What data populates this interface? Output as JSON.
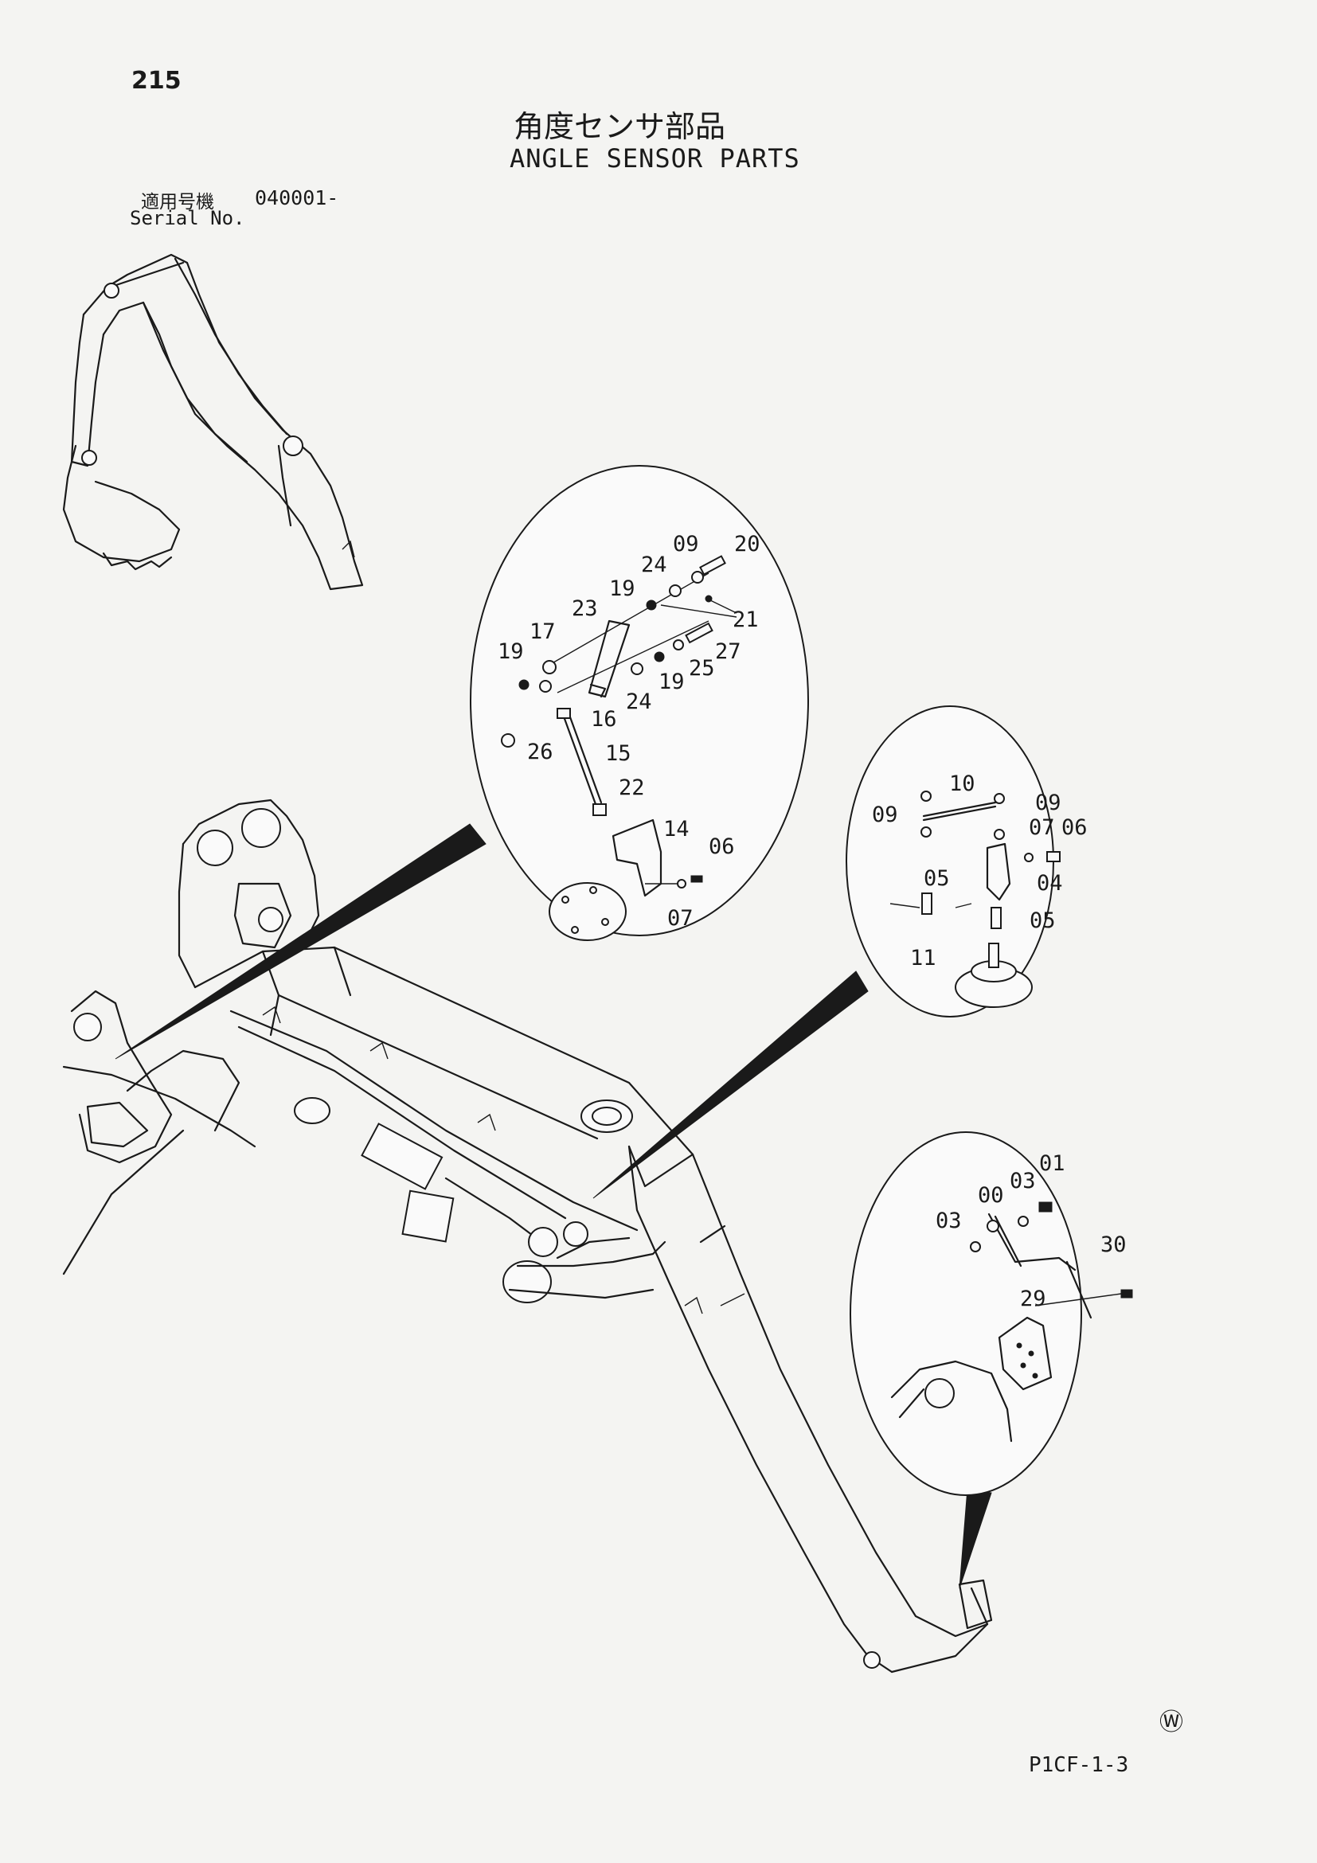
{
  "header": {
    "page_number": "215",
    "title_jp": "角度センサ部品",
    "title_en": "ANGLE SENSOR PARTS",
    "serial_label_jp": "適用号機",
    "serial_value": "040001-",
    "serial_label_en": "Serial No."
  },
  "footer": {
    "copyright_mark": "Ⓦ",
    "figure_code": "P1CF-1-3"
  },
  "callouts": {
    "detail_a": [
      "09",
      "20",
      "24",
      "19",
      "21",
      "23",
      "17",
      "19",
      "27",
      "25",
      "19",
      "24",
      "16",
      "26",
      "15",
      "22",
      "14",
      "06",
      "07"
    ],
    "detail_b": [
      "10",
      "09",
      "09",
      "07",
      "06",
      "05",
      "04",
      "05",
      "11"
    ],
    "detail_c": [
      "01",
      "03",
      "00",
      "03",
      "30",
      "29"
    ]
  }
}
